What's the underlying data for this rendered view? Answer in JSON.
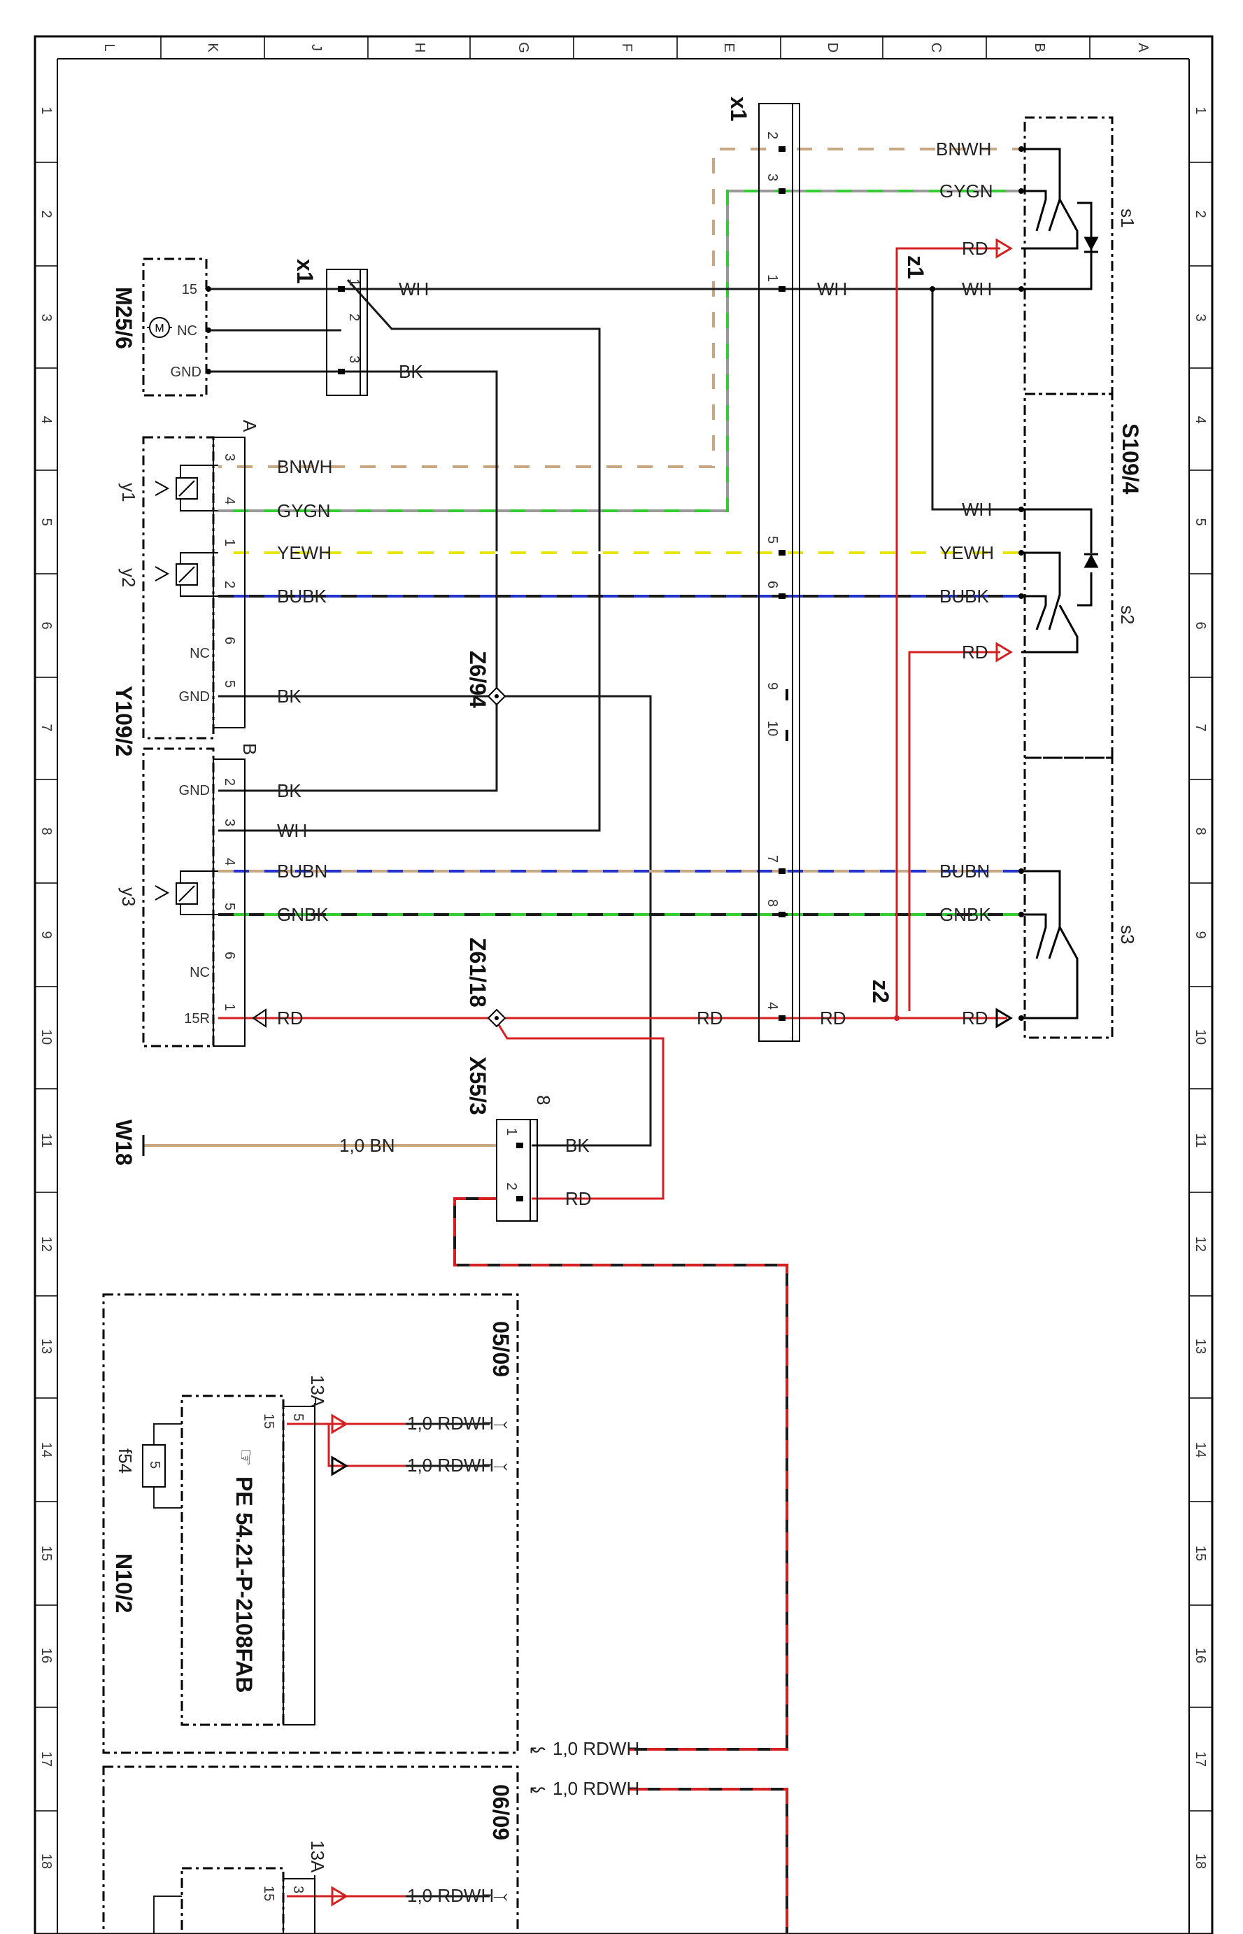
{
  "grid": {
    "top_columns": [
      "L",
      "K",
      "J",
      "H",
      "G",
      "F",
      "E",
      "D",
      "C",
      "B",
      "A"
    ],
    "rows": [
      "1",
      "2",
      "3",
      "4",
      "5",
      "6",
      "7",
      "8",
      "9",
      "10",
      "11",
      "12",
      "13",
      "14",
      "15",
      "16",
      "17",
      "18"
    ]
  },
  "components": {
    "m25": "M25/6",
    "m25_pins": [
      "15",
      "NC",
      "GND"
    ],
    "x1_left": "x1",
    "x1_left_pins": [
      "1",
      "2",
      "3"
    ],
    "x1_right": "x1",
    "x1_right_pins": [
      "2",
      "3",
      "1",
      "5",
      "6",
      "9",
      "10",
      "7",
      "8",
      "4"
    ],
    "y109": "Y109/2",
    "y109_block_a": "A",
    "y109_block_b": "B",
    "y1": "y1",
    "y2": "y2",
    "y3": "y3",
    "y109_pins_a": [
      "3",
      "4",
      "1",
      "2",
      "6",
      "5"
    ],
    "y109_pinnames_a": [
      "NC",
      "GND"
    ],
    "y109_pins_b": [
      "2",
      "3",
      "4",
      "5",
      "6",
      "1"
    ],
    "y109_pinnames_b": [
      "GND",
      "NC",
      "15R"
    ],
    "z6": "Z6/94",
    "z61": "Z61/18",
    "z1": "z1",
    "z2": "z2",
    "s109": "S109/4",
    "s1": "s1",
    "s2": "s2",
    "s3": "s3",
    "x55": "X55/3",
    "x55_top": "8",
    "x55_pins": [
      "1",
      "2"
    ],
    "w18": "W18",
    "n10_ref_1": "05/09",
    "n10_ref_2": "06/09",
    "n10": "N10/2",
    "f54": "f54",
    "fuse_value": "5",
    "pe_ref": "PE 54.21-P-2108FAB",
    "n10_conn": "13A",
    "n10_pin_15": "15",
    "n10_pin_5": "5",
    "n10_pin_3": "3"
  },
  "wires": {
    "bnwh": "BNWH",
    "gygn": "GYGN",
    "rd": "RD",
    "wh": "WH",
    "bk": "BK",
    "yewh": "YEWH",
    "bubk": "BUBK",
    "bubn": "BUBN",
    "gnbk": "GNBK",
    "bn_1": "1,0 BN",
    "rdwh_1": "1,0 RDWH"
  },
  "colors": {
    "black": "#1a1a1a",
    "red": "#d42020",
    "green": "#33cc33",
    "brown": "#c8a882",
    "yellow": "#e6e600",
    "blue": "#2233cc",
    "grid_line": "#000000"
  }
}
